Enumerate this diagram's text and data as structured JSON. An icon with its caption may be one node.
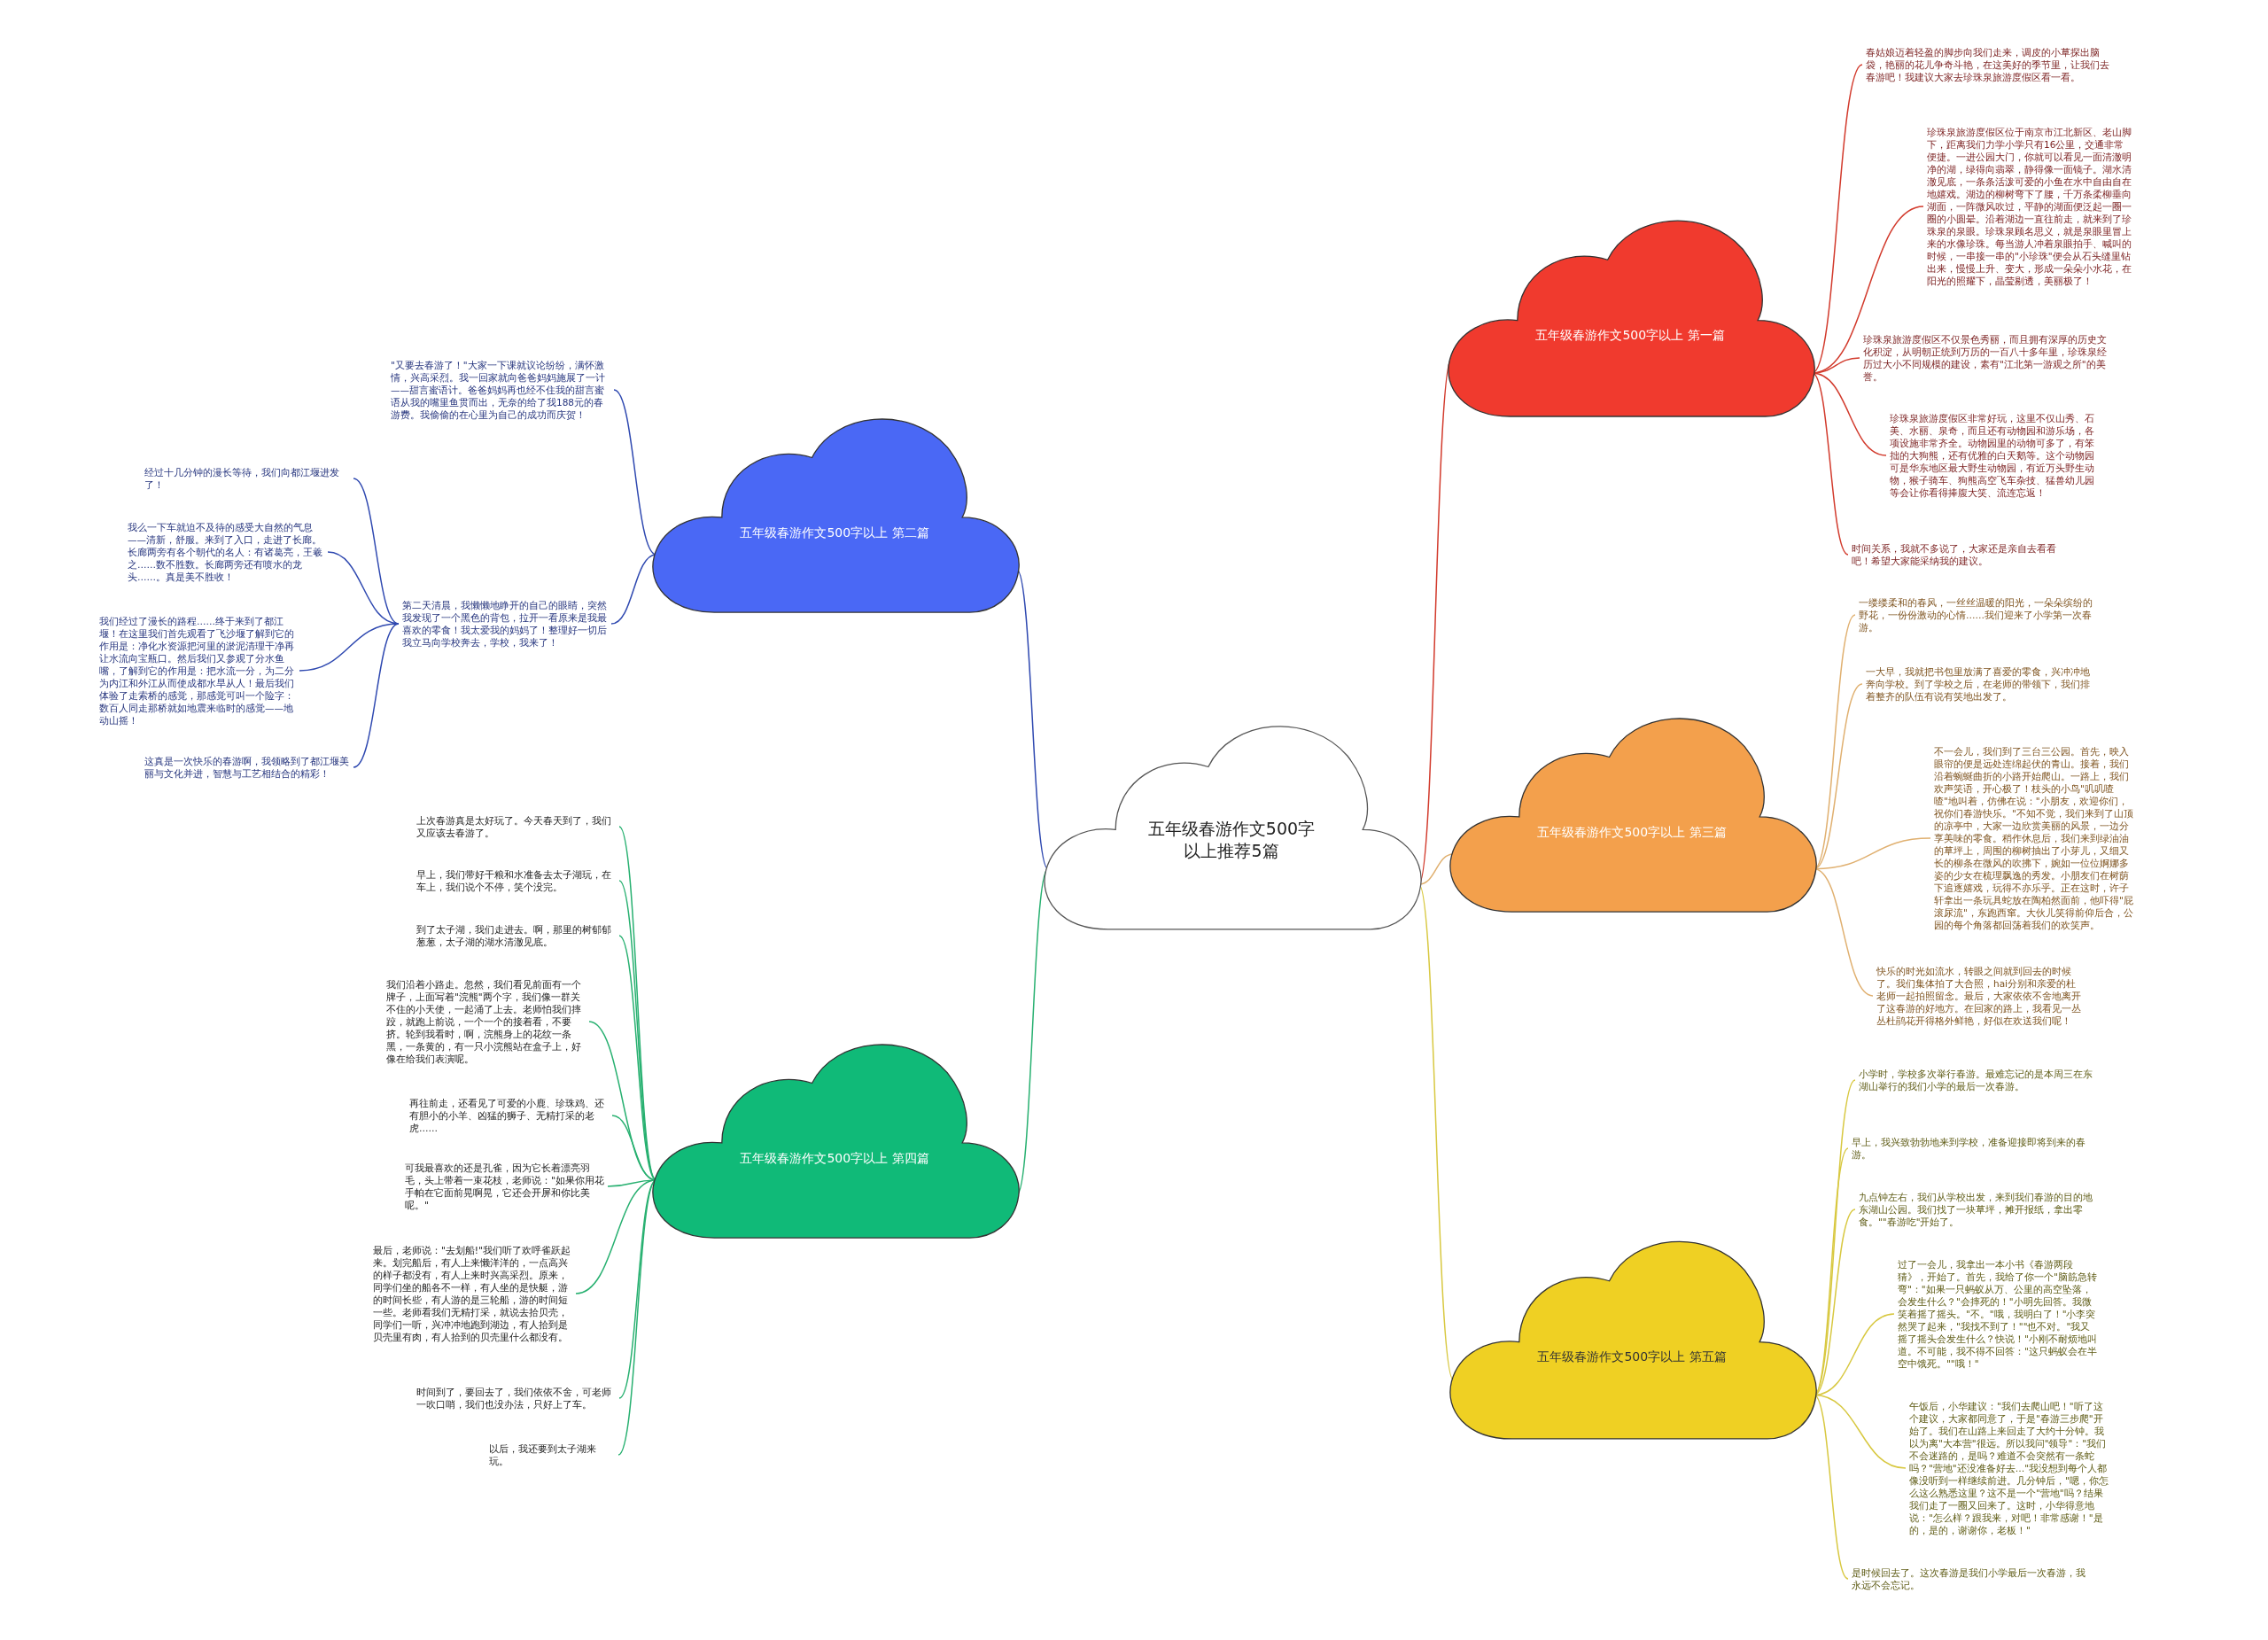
{
  "diagram": {
    "nodes": [
      {
        "text": [
          "五年级春游作文500字以上推荐5篇"
        ]
      },
      {
        "text": [
          "五年级春游作文500字以上 第一篇"
        ]
      },
      {
        "text": [
          "春姑娘迈着轻盈的脚步向我们走来，调皮的小草探出脑袋，艳丽的花儿争奇斗艳，在这美好的季节里，让我们去春游吧！我建议大家去珍珠泉旅游度假区看一看。"
        ]
      },
      {
        "text": [
          "珍珠泉旅游度假区位于南京市江北新区、老山脚下，距离我们力学小学只有16公里，交通非常便捷。一进公园大门，你就可以看见一面清澈明净的湖，绿得向翡翠，静得像一面镜子。湖水清澈见底，一条条活泼可爱的小鱼在水中自由自在地嬉戏。湖边的柳树弯下了腰，千万条柔柳垂向湖面，一阵微风吹过，平静的湖面便泛起一圈一圈的小圆晕。沿着湖边一直往前走，就来到了珍珠泉的泉眼。珍珠泉顾名思义，就是泉眼里冒上来的水像珍珠。每当游人冲着泉眼拍手、喊叫的时候，一串接一串的\"小珍珠\"便会从石头缝里钻出来，慢慢上升、变大，形成一朵朵小水花，在阳光的照耀下，晶莹剔透，美丽极了！"
        ]
      },
      {
        "text": [
          "珍珠泉旅游度假区不仅景色秀丽，而且拥有深厚的历史文化积淀，从明朝正统到万历的一百八十多年里，珍珠泉经历过大小不同规模的建设，素有\"江北第一游观之所\"的美誉。"
        ]
      },
      {
        "text": [
          "珍珠泉旅游度假区非常好玩，这里不仅山秀、石美、水丽、泉奇，而且还有动物园和游乐场，各项设施非常齐全。动物园里的动物可多了，有笨拙的大狗熊，还有优雅的白天鹅等。这个动物园可是华东地区最大野生动物园，有近万头野生动物，猴子骑车、狗熊高空飞车杂技、猛兽幼儿园等会让你看得捧腹大笑、流连忘返！"
        ]
      },
      {
        "text": [
          "时间关系，我就不多说了，大家还是亲自去看看吧！希望大家能采纳我的建议。"
        ]
      },
      {
        "text": [
          "五年级春游作文500字以上 第二篇"
        ]
      },
      {
        "text": [
          "\"又要去春游了！\"大家一下课就议论纷纷，满怀激情，兴高采烈。我一回家就向爸爸妈妈施展了一计——甜言蜜语计。爸爸妈妈再也经不住我的甜言蜜语从我的嘴里鱼贯而出，无奈的给了我188元的春游费。我偷偷的在心里为自己的成功而庆贺！"
        ]
      },
      {
        "text": [
          "第二天清晨，我懒懒地睁开的自己的眼睛，突然我发现了一个黑色的背包，拉开一看原来是我最喜欢的零食！我太爱我的妈妈了！整理好一切后我立马向学校奔去，学校，我来了！"
        ]
      },
      {
        "text": [
          "经过十几分钟的漫长等待，我们向都江堰进发了！"
        ]
      },
      {
        "text": [
          "我么一下车就迫不及待的感受大自然的气息——清新，舒服。来到了入口，走进了长廊。长廊两旁有各个朝代的名人：有诸葛亮，王羲之……数不胜数。长廊两旁还有喷水的龙头……。真是美不胜收！"
        ]
      },
      {
        "text": [
          "我们经过了漫长的路程……终于来到了都江堰！在这里我们首先观看了飞沙堰了解到它的作用是：净化水资源把河里的淤泥清理干净再让水流向宝瓶口。然后我们又参观了分水鱼嘴，了解到它的作用是：把水流一分，为二分为内江和外江从而使成都水旱从人！最后我们体验了走索桥的感觉，那感觉可叫一个险字：数百人同走那桥就如地震来临时的感觉——地动山摇！"
        ]
      },
      {
        "text": [
          "这真是一次快乐的春游啊，我领略到了都江堰美丽与文化并进，智慧与工艺相结合的精彩！"
        ]
      },
      {
        "text": [
          "五年级春游作文500字以上 第三篇"
        ]
      },
      {
        "text": [
          "一缕缕柔和的春风，一丝丝温暖的阳光，一朵朵缤纷的野花，一份份激动的心情……我们迎来了小学第一次春游。"
        ]
      },
      {
        "text": [
          "一大早，我就把书包里放满了喜爱的零食，兴冲冲地奔向学校。到了学校之后，在老师的带领下，我们排着整齐的队伍有说有笑地出发了。"
        ]
      },
      {
        "text": [
          "不一会儿，我们到了三台三公园。首先，映入眼帘的便是远处连绵起伏的青山。接着，我们沿着蜿蜒曲折的小路开始爬山。一路上，我们欢声笑语，开心极了！枝头的小鸟\"叽叽喳喳\"地叫着，仿佛在说：\"小朋友，欢迎你们，祝你们春游快乐。\"不知不觉，我们来到了山顶的凉亭中，大家一边欣赏美丽的风景，一边分享美味的零食。稍作休息后，我们来到绿油油的草坪上，周围的柳树抽出了小芽儿，又细又长的柳条在微风的吹拂下，婉如一位位婀娜多姿的少女在梳理飘逸的秀发。小朋友们在树荫下追逐嬉戏，玩得不亦乐乎。正在这时，许子轩拿出一条玩具蛇放在陶柏然面前，他吓得\"屁滚尿流\"，东跑西窜。大伙儿笑得前仰后合，公园的每个角落都回荡着我们的欢笑声。"
        ]
      },
      {
        "text": [
          "快乐的时光如流水，转眼之间就到回去的时候了。我们集体拍了大合照，hai分别和亲爱的杜老师一起拍照留念。最后，大家依依不舍地离开了这春游的好地方。在回家的路上，我看见一丛丛杜鹃花开得格外鲜艳，好似在欢送我们呢！"
        ]
      },
      {
        "text": [
          "五年级春游作文500字以上 第四篇"
        ]
      },
      {
        "text": [
          "上次春游真是太好玩了。今天春天到了，我们又应该去春游了。"
        ]
      },
      {
        "text": [
          "早上，我们带好干粮和水准备去太子湖玩，在车上，我们说个不停，笑个没完。"
        ]
      },
      {
        "text": [
          "到了太子湖，我们走进去。啊，那里的树郁郁葱葱，太子湖的湖水清澈见底。"
        ]
      },
      {
        "text": [
          "我们沿着小路走。忽然，我们看见前面有一个牌子，上面写着\"浣熊\"两个字，我们像一群关不住的小天使，一起涌了上去。老师怕我们摔跤，就跑上前说，一个一个的接着看，不要挤。轮到我看时，啊，浣熊身上的花纹一条黑，一条黄的，有一只小浣熊站在盒子上，好像在给我们表演呢。"
        ]
      },
      {
        "text": [
          "再往前走，还看见了可爱的小鹿、珍珠鸡、还有胆小的小羊、凶猛的狮子、无精打采的老虎……"
        ]
      },
      {
        "text": [
          "可我最喜欢的还是孔雀，因为它长着漂亮羽毛，头上带着一束花枝，老师说：\"如果你用花手帕在它面前晃啊晃，它还会开屏和你比美呢。\""
        ]
      },
      {
        "text": [
          "最后，老师说：\"去划船!\"我们听了欢呼雀跃起来。划完船后，有人上来懒洋洋的，一点高兴的样子都没有，有人上来时兴高采烈。原来，同学们坐的船各不一样，有人坐的是快艇，游的时间长些，有人游的是三轮船，游的时间短一些。老师看我们无精打采，就说去拾贝壳，同学们一听，兴冲冲地跑到湖边，有人拾到是贝壳里有肉，有人拾到的贝壳里什么都没有。"
        ]
      },
      {
        "text": [
          "时间到了，要回去了，我们依依不舍，可老师一吹口哨，我们也没办法，只好上了车。"
        ]
      },
      {
        "text": [
          "以后，我还要到太子湖来玩。"
        ]
      },
      {
        "text": [
          "五年级春游作文500字以上 第五篇"
        ]
      },
      {
        "text": [
          "小学时，学校多次举行春游。最难忘记的是本周三在东湖山举行的我们小学的最后一次春游。"
        ]
      },
      {
        "text": [
          "早上，我兴致勃勃地来到学校，准备迎接即将到来的春游。"
        ]
      },
      {
        "text": [
          "九点钟左右，我们从学校出发，来到我们春游的目的地东湖山公园。我们找了一块草坪，摊开报纸，拿出零食。\"\"春游吃\"开始了。"
        ]
      },
      {
        "text": [
          "过了一会儿，我拿出一本小书《春游两段猜》，开始了。首先，我给了你一个\"脑筋急转弯\"：\"如果一只蚂蚁从万、公里的高空坠落，会发生什么？\"会摔死的！\"小明先回答。我微笑着摇了摇头。\"不。\"哦，我明白了！\"小李突然哭了起来，\"我找不到了！\"\"也不对。\"我又摇了摇头会发生什么？快说！\"小刚不耐烦地叫道。不可能，我不得不回答：\"这只蚂蚁会在半空中饿死。\"\"哦！\""
        ]
      },
      {
        "text": [
          "午饭后，小华建议：\"我们去爬山吧！\"听了这个建议，大家都同意了，于是\"春游三步爬\"开始了。我们在山路上来回走了大约十分钟。我以为离\"大本营\"很远。所以我问\"领导\"：\"我们不会迷路的，是吗？难道不会突然有一条蛇吗？\"营地\"还没准备好去…\"我没想到每个人都像没听到一样继续前进。几分钟后，\"嗯，你怎么这么熟悉这里？这不是一个\"营地\"吗？结果我们走了一圈又回来了。这时，小华得意地说：\"怎么样？跟我来，对吧！非常感谢！\"是的，是的，谢谢你，老板！\""
        ]
      },
      {
        "text": [
          "是时候回去了。这次春游是我们小学最后一次春游，我永远不会忘记。"
        ]
      }
    ],
    "edges": [
      {
        "from": 0,
        "to": 1,
        "arrow": "none",
        "color": "#d23a2c"
      },
      {
        "from": 1,
        "to": 2,
        "arrow": "none",
        "color": "#d23a2c"
      },
      {
        "from": 1,
        "to": 3,
        "arrow": "none",
        "color": "#d23a2c"
      },
      {
        "from": 1,
        "to": 4,
        "arrow": "none",
        "color": "#d23a2c"
      },
      {
        "from": 1,
        "to": 5,
        "arrow": "none",
        "color": "#d23a2c"
      },
      {
        "from": 1,
        "to": 6,
        "arrow": "none",
        "color": "#d23a2c"
      },
      {
        "from": 0,
        "to": 7,
        "arrow": "none",
        "color": "#2e48b0"
      },
      {
        "from": 7,
        "to": 8,
        "arrow": "none",
        "color": "#2e48b0"
      },
      {
        "from": 7,
        "to": 9,
        "arrow": "none",
        "color": "#2e48b0"
      },
      {
        "from": 9,
        "to": 10,
        "arrow": "none",
        "color": "#2e48b0"
      },
      {
        "from": 9,
        "to": 11,
        "arrow": "none",
        "color": "#2e48b0"
      },
      {
        "from": 9,
        "to": 12,
        "arrow": "none",
        "color": "#2e48b0"
      },
      {
        "from": 9,
        "to": 13,
        "arrow": "none",
        "color": "#2e48b0"
      },
      {
        "from": 0,
        "to": 14,
        "arrow": "none",
        "color": "#e0b070"
      },
      {
        "from": 14,
        "to": 15,
        "arrow": "none",
        "color": "#e0b070"
      },
      {
        "from": 14,
        "to": 16,
        "arrow": "none",
        "color": "#e0b070"
      },
      {
        "from": 14,
        "to": 17,
        "arrow": "none",
        "color": "#e0b070"
      },
      {
        "from": 14,
        "to": 18,
        "arrow": "none",
        "color": "#e0b070"
      },
      {
        "from": 0,
        "to": 19,
        "arrow": "none",
        "color": "#27b070"
      },
      {
        "from": 19,
        "to": 20,
        "arrow": "none",
        "color": "#27b070"
      },
      {
        "from": 19,
        "to": 21,
        "arrow": "none",
        "color": "#27b070"
      },
      {
        "from": 19,
        "to": 22,
        "arrow": "none",
        "color": "#27b070"
      },
      {
        "from": 19,
        "to": 23,
        "arrow": "none",
        "color": "#27b070"
      },
      {
        "from": 19,
        "to": 24,
        "arrow": "none",
        "color": "#27b070"
      },
      {
        "from": 19,
        "to": 25,
        "arrow": "none",
        "color": "#27b070"
      },
      {
        "from": 19,
        "to": 26,
        "arrow": "none",
        "color": "#27b070"
      },
      {
        "from": 19,
        "to": 27,
        "arrow": "none",
        "color": "#27b070"
      },
      {
        "from": 19,
        "to": 28,
        "arrow": "none",
        "color": "#27b070"
      },
      {
        "from": 0,
        "to": 29,
        "arrow": "none",
        "color": "#d8c840"
      },
      {
        "from": 29,
        "to": 30,
        "arrow": "none",
        "color": "#d8c840"
      },
      {
        "from": 29,
        "to": 31,
        "arrow": "none",
        "color": "#d8c840"
      },
      {
        "from": 29,
        "to": 32,
        "arrow": "none",
        "color": "#d8c840"
      },
      {
        "from": 29,
        "to": 33,
        "arrow": "none",
        "color": "#d8c840"
      },
      {
        "from": 29,
        "to": 34,
        "arrow": "none",
        "color": "#d8c840"
      },
      {
        "from": 29,
        "to": 35,
        "arrow": "none",
        "color": "#d8c840"
      }
    ]
  }
}
